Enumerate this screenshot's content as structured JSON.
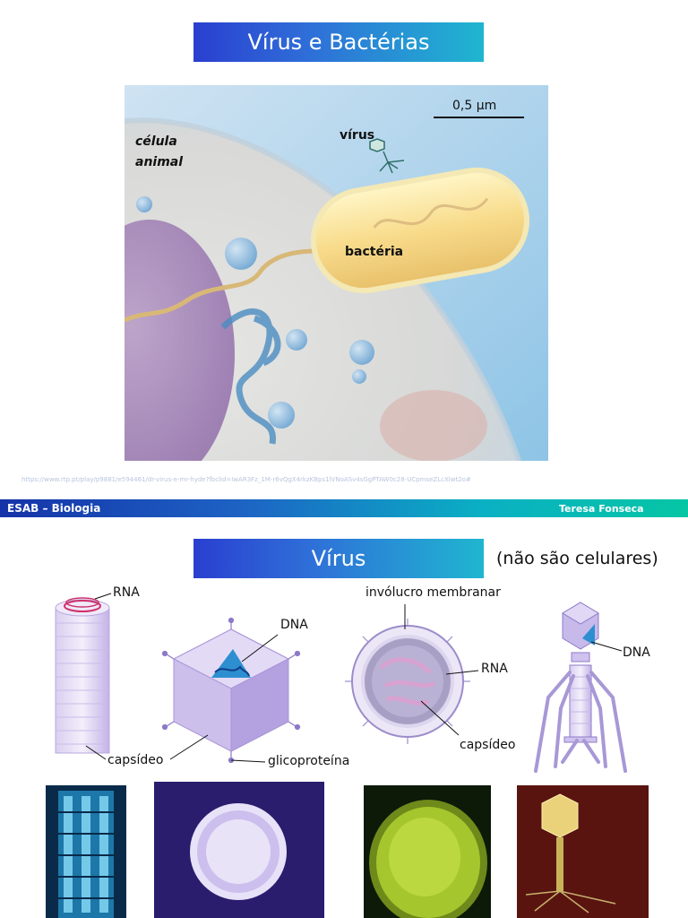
{
  "slide1": {
    "title": "Vírus e Bactérias",
    "scale_label": "0,5 µm",
    "label_virus": "vírus",
    "label_cell_line1": "célula",
    "label_cell_line2": "animal",
    "label_bacteria": "bactéria",
    "source_url": "https://www.rtp.pt/play/p9881/e594461/dr-virus-e-mr-hyde?fbclid=IwAR3Fz_1M-r6vQgX4rkzKBps1lVNoASv4sGgPTAW0c28-UCpmseZLcXlwt2o#"
  },
  "footer": {
    "left": "ESAB – Biologia",
    "right": "Teresa Fonseca"
  },
  "slide2": {
    "title": "Vírus",
    "subtitle": "(não são celulares)",
    "labels": {
      "rna_1": "RNA",
      "dna_1": "DNA",
      "envelope": "invólucro membranar",
      "rna_2": "RNA",
      "dna_2": "DNA",
      "capsid_1": "capsídeo",
      "glycoprotein": "glicoproteína",
      "capsid_2": "capsídeo"
    }
  },
  "colors": {
    "title_gradient_start": "#2a3fd0",
    "title_gradient_end": "#1fb6d0",
    "footer_gradient_start": "#1533a8",
    "footer_gradient_end": "#06c6a4",
    "virus_purple": "#b9a6e0"
  }
}
